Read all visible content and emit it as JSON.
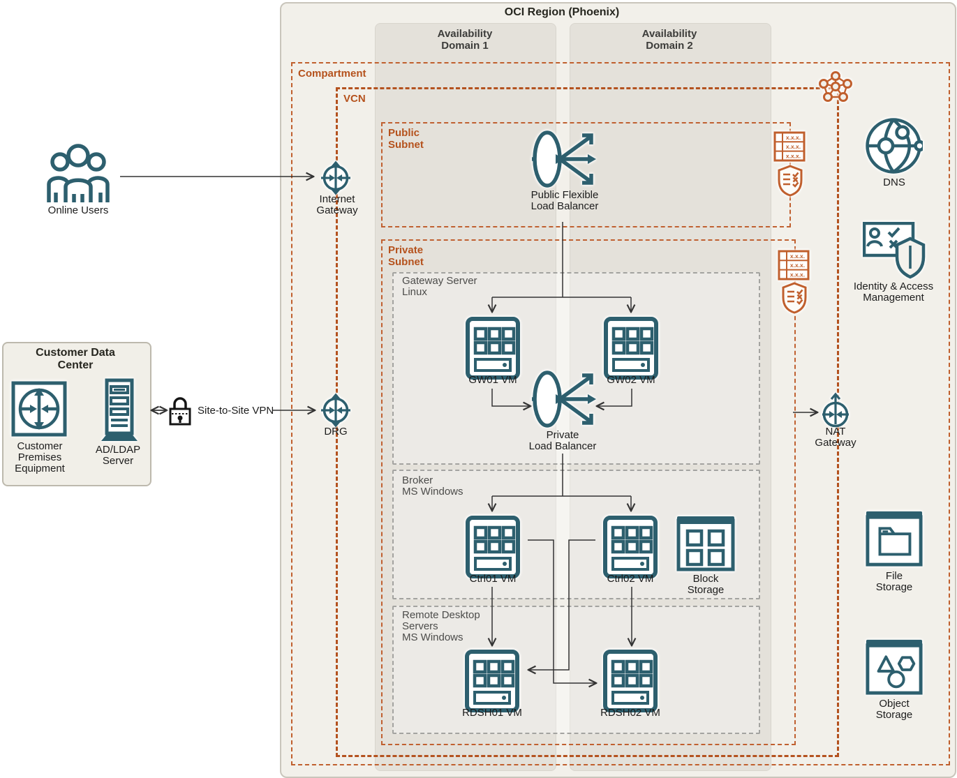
{
  "region": {
    "title": "OCI Region (Phoenix)"
  },
  "availability_domains": {
    "ad1_l1": "Availability",
    "ad1_l2": "Domain 1",
    "ad2_l1": "Availability",
    "ad2_l2": "Domain 2"
  },
  "compartment": {
    "label": "Compartment"
  },
  "vcn": {
    "label": "VCN"
  },
  "subnets": {
    "public_l1": "Public",
    "public_l2": "Subnet",
    "private_l1": "Private",
    "private_l2": "Subnet"
  },
  "external": {
    "online_users": "Online Users"
  },
  "customer_dc": {
    "title_l1": "Customer Data",
    "title_l2": "Center",
    "cpe_l1": "Customer",
    "cpe_l2": "Premises",
    "cpe_l3": "Equipment",
    "server_l1": "AD/LDAP",
    "server_l2": "Server"
  },
  "vpn": {
    "label": "Site-to-Site VPN"
  },
  "gateways": {
    "internet_l1": "Internet",
    "internet_l2": "Gateway",
    "drg": "DRG",
    "nat_l1": "NAT",
    "nat_l2": "Gateway"
  },
  "load_balancers": {
    "public_l1": "Public Flexible",
    "public_l2": "Load Balancer",
    "private_l1": "Private",
    "private_l2": "Load Balancer"
  },
  "groups": {
    "gateway_l1": "Gateway Server",
    "gateway_l2": "Linux",
    "broker_l1": "Broker",
    "broker_l2": "MS Windows",
    "rds_l1": "Remote Desktop",
    "rds_l2": "Servers",
    "rds_l3": "MS Windows"
  },
  "vms": {
    "gw01": "GW01 VM",
    "gw02": "GW02 VM",
    "ctrl01": "Ctrl01 VM",
    "ctrl02": "Ctrl02 VM",
    "rdsh01": "RDSH01 VM",
    "rdsh02": "RDSH02 VM"
  },
  "storage": {
    "block_l1": "Block",
    "block_l2": "Storage",
    "file_l1": "File",
    "file_l2": "Storage",
    "object_l1": "Object",
    "object_l2": "Storage"
  },
  "services": {
    "dns": "DNS",
    "iam_l1": "Identity & Access",
    "iam_l2": "Management"
  },
  "route_table_text": "x.x.x.",
  "colors": {
    "teal": "#2d5f6e",
    "orange_border": "#c05f2d",
    "orange_text": "#b5521d",
    "region_bg": "#f2f0ea",
    "ad_bg": "#e4e1da",
    "line": "#333333"
  }
}
